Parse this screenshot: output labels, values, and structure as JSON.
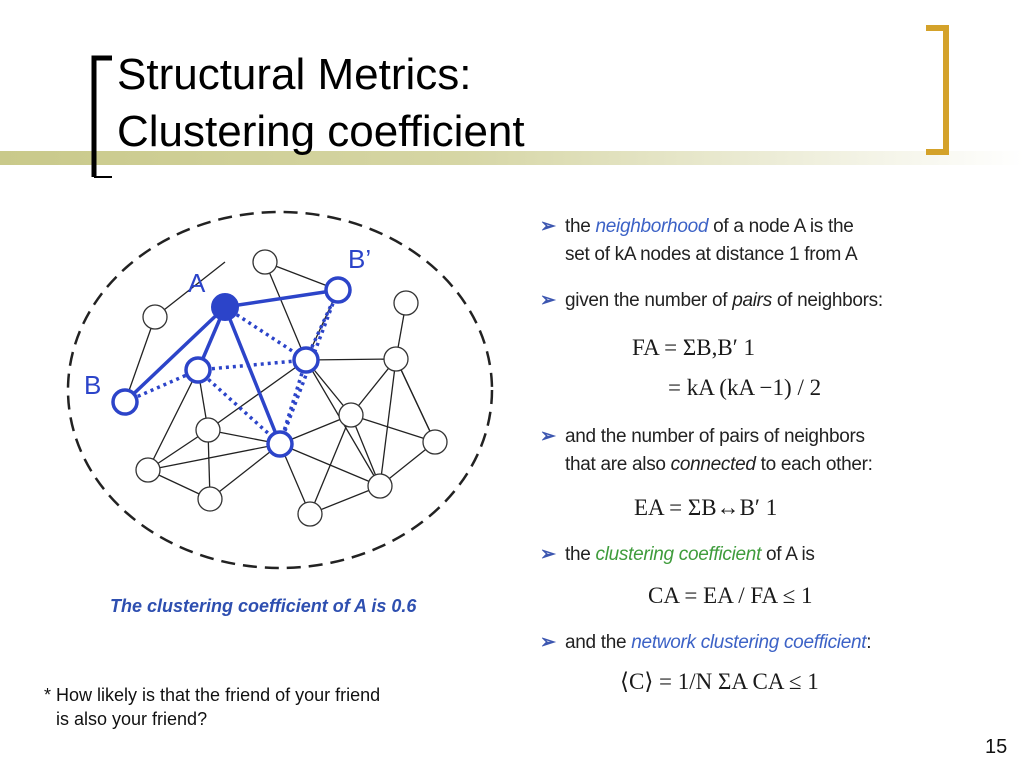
{
  "slide": {
    "title_line1": "Structural Metrics:",
    "title_line2": "Clustering coefficient",
    "page_number": "15"
  },
  "graph": {
    "label_a": "A",
    "label_b": "B",
    "label_b_prime": "B’",
    "caption": "The clustering coefficient of A is 0.6"
  },
  "note": {
    "line1": "* How likely is that the friend of your friend",
    "line2": "is also your friend?"
  },
  "bullets": {
    "b1_the": "the ",
    "b1_neighborhood": "neighborhood",
    "b1_rest": " of a node A is the",
    "b1_line2": "set of kA nodes at distance 1 from A",
    "b2_given": "given the number of ",
    "b2_pairs": "pairs",
    "b2_rest": " of neighbors:",
    "f1_line1": "FA = ΣB,B′ 1",
    "f1_line2": "= kA (kA −1) / 2",
    "b3_line1": "and the number of pairs of neighbors",
    "b3_pre": "that are also ",
    "b3_connected": "connected",
    "b3_post": " to each other:",
    "f2": "EA = ΣB↔B′ 1",
    "b4_the": "the ",
    "b4_cc": "clustering coefficient",
    "b4_rest": " of A is",
    "f3": "CA = EA / FA ≤ 1",
    "b5_pre": "and the ",
    "b5_ncc": "network clustering coefficient",
    "b5_post": ":",
    "f4": "⟨C⟩ = 1/N ΣA CA ≤ 1"
  },
  "colors": {
    "node_blue": "#2c44c9",
    "highlight_blue": "#3c62c6",
    "highlight_green": "#3f9c3c",
    "accent_olive": "#c9c98a",
    "bracket_gold": "#d4a22a"
  }
}
